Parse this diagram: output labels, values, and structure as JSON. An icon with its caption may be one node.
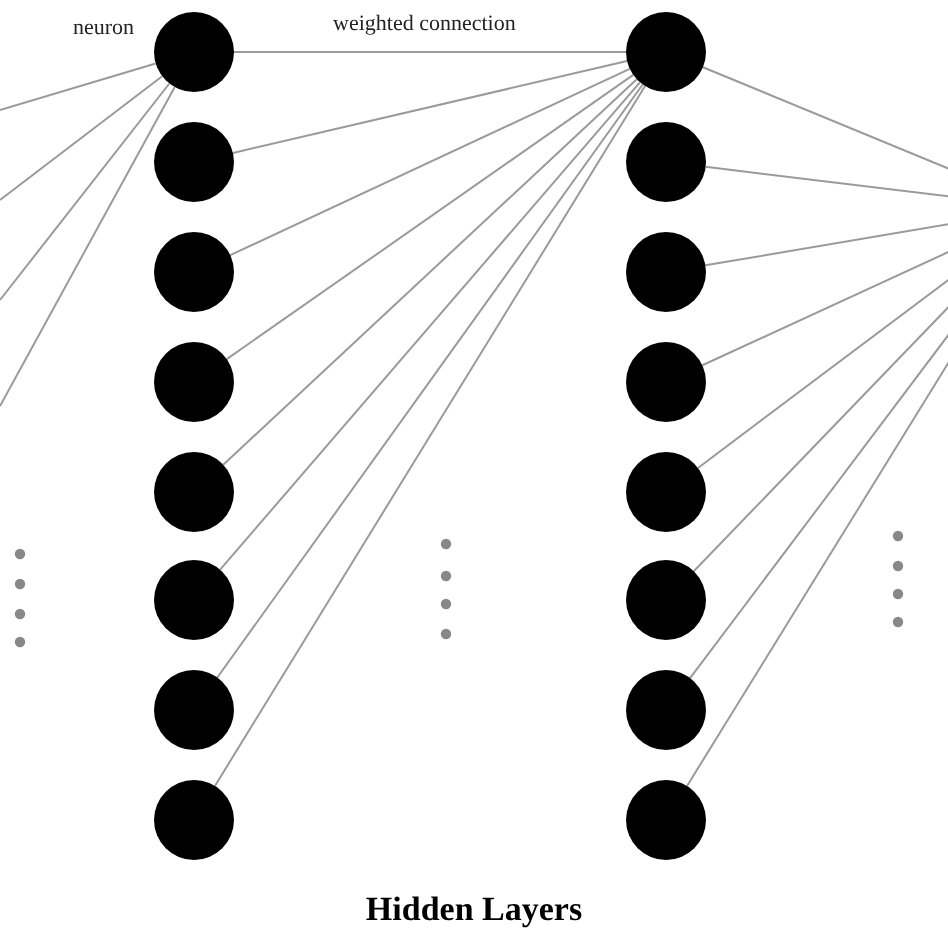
{
  "diagram": {
    "title": "Hidden Layers",
    "nodes": [
      {
        "text": [],
        "shape": "circle",
        "beside": [
          "neuron"
        ]
      },
      {
        "text": [],
        "shape": "circle"
      },
      {
        "text": [],
        "shape": "circle"
      },
      {
        "text": [],
        "shape": "circle"
      },
      {
        "text": [],
        "shape": "circle"
      },
      {
        "text": [],
        "shape": "circle"
      },
      {
        "text": [],
        "shape": "circle"
      },
      {
        "text": [],
        "shape": "circle"
      },
      {
        "text": [],
        "shape": "circle"
      },
      {
        "text": [],
        "shape": "circle"
      },
      {
        "text": [],
        "shape": "circle"
      },
      {
        "text": [],
        "shape": "circle"
      },
      {
        "text": [],
        "shape": "circle"
      },
      {
        "text": [],
        "shape": "circle"
      },
      {
        "text": [],
        "shape": "circle"
      },
      {
        "text": [],
        "shape": "circle"
      }
    ],
    "edges": [
      {
        "from": null,
        "to": 0,
        "arrow": "none"
      },
      {
        "from": null,
        "to": 0,
        "arrow": "none"
      },
      {
        "from": null,
        "to": 0,
        "arrow": "none"
      },
      {
        "from": null,
        "to": 0,
        "arrow": "none"
      },
      {
        "from": 0,
        "to": 8,
        "arrow": "none",
        "label": "weighted connection"
      },
      {
        "from": 1,
        "to": 8,
        "arrow": "none"
      },
      {
        "from": 2,
        "to": 8,
        "arrow": "none"
      },
      {
        "from": 3,
        "to": 8,
        "arrow": "none"
      },
      {
        "from": 4,
        "to": 8,
        "arrow": "none"
      },
      {
        "from": 5,
        "to": 8,
        "arrow": "none"
      },
      {
        "from": 6,
        "to": 8,
        "arrow": "none"
      },
      {
        "from": 7,
        "to": 8,
        "arrow": "none"
      },
      {
        "from": 8,
        "to": null,
        "arrow": "none"
      },
      {
        "from": 9,
        "to": null,
        "arrow": "none"
      },
      {
        "from": 10,
        "to": null,
        "arrow": "none"
      },
      {
        "from": 11,
        "to": null,
        "arrow": "none"
      },
      {
        "from": 12,
        "to": null,
        "arrow": "none"
      },
      {
        "from": 13,
        "to": null,
        "arrow": "none"
      },
      {
        "from": 14,
        "to": null,
        "arrow": "none"
      },
      {
        "from": 15,
        "to": null,
        "arrow": "none"
      }
    ]
  }
}
